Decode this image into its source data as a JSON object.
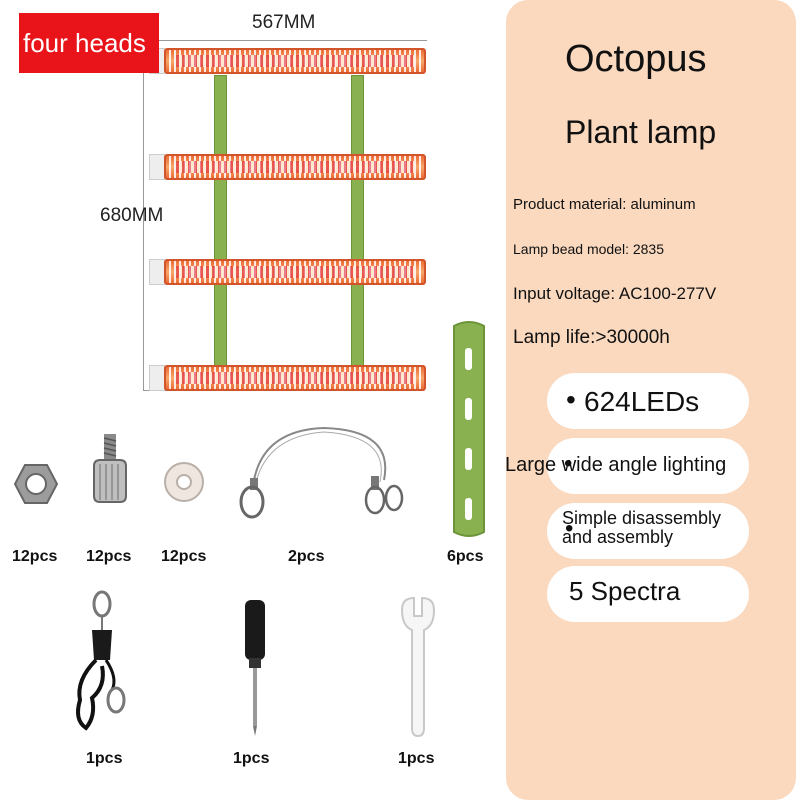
{
  "tag": "four heads",
  "dimensions": {
    "width": "567MM",
    "height": "680MM"
  },
  "panel": {
    "title_1": "Octopus",
    "title_2": "Plant lamp",
    "specs": [
      "Product material: aluminum",
      "Lamp bead model: 2835",
      "Input voltage: AC100-277V",
      "Lamp life:>30000h"
    ],
    "features": [
      "624LEDs",
      "Large wide angle lighting",
      "Simple disassembly and assembly",
      "5 Spectra"
    ]
  },
  "accessories": [
    {
      "name": "hex-nut",
      "qty": "12pcs"
    },
    {
      "name": "thumb-screw",
      "qty": "12pcs"
    },
    {
      "name": "washer",
      "qty": "12pcs"
    },
    {
      "name": "steel-wire-hanger",
      "qty": "2pcs"
    },
    {
      "name": "green-rail",
      "qty": "6pcs"
    },
    {
      "name": "rope-ratchet-hanger",
      "qty": "1pcs"
    },
    {
      "name": "screwdriver",
      "qty": "1pcs"
    },
    {
      "name": "wrench",
      "qty": "1pcs"
    }
  ],
  "colors": {
    "tag": "#e8141a",
    "panel": "#fad9bf",
    "rail": "#8ab150",
    "strip": "#e9612a"
  }
}
